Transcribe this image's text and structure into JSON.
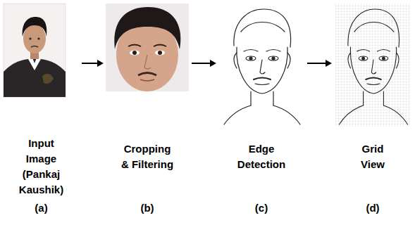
{
  "diagram": {
    "nodes": [
      {
        "text": [
          "Input Image (Pankaj Kaushik)",
          "(a)"
        ]
      },
      {
        "text": [
          "Cropping & Filtering",
          "(b)"
        ]
      },
      {
        "text": [
          "Edge Detection",
          "(c)"
        ]
      },
      {
        "text": [
          "Grid View",
          "(d)"
        ]
      }
    ],
    "edges": [
      {
        "from": 0,
        "to": 1,
        "arrow": "to"
      },
      {
        "from": 1,
        "to": 2,
        "arrow": "to"
      },
      {
        "from": 2,
        "to": 3,
        "arrow": "to"
      }
    ]
  }
}
